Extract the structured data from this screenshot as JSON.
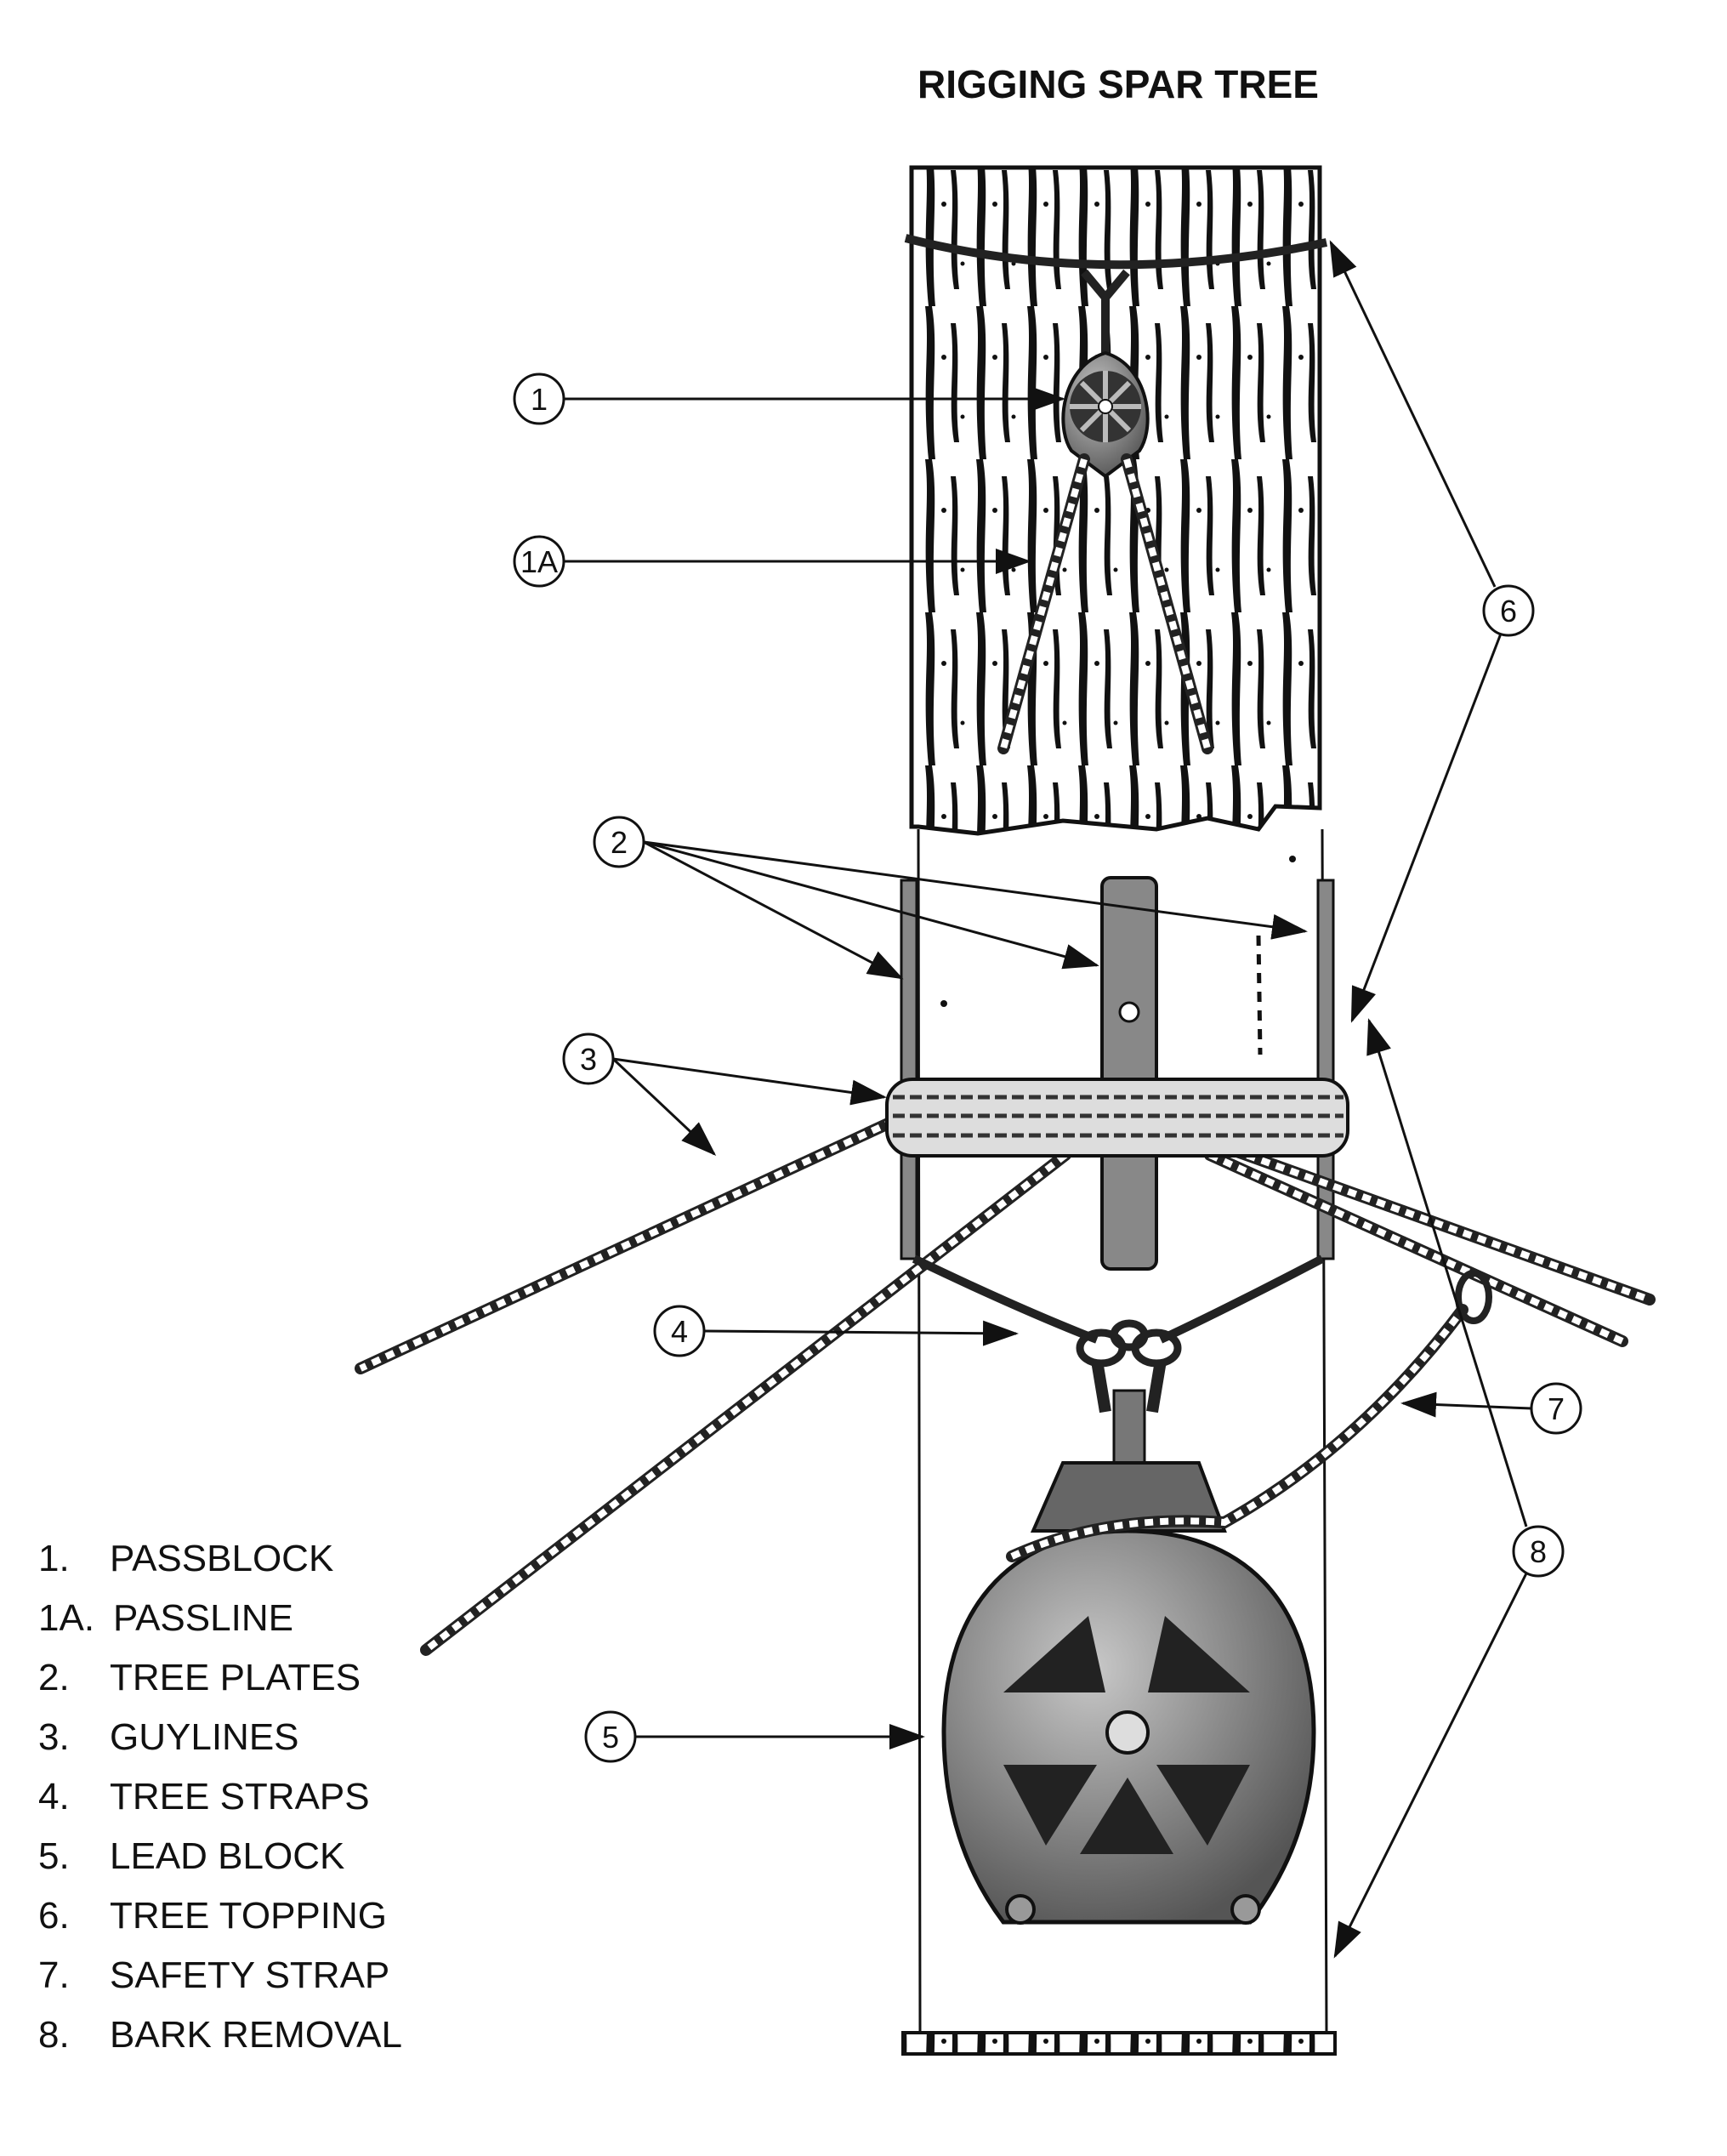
{
  "title": "RIGGING SPAR TREE",
  "callouts": [
    "1",
    "1A",
    "2",
    "3",
    "4",
    "5",
    "6",
    "7",
    "8"
  ],
  "legend": [
    {
      "num": "1.",
      "label": "PASSBLOCK"
    },
    {
      "num": "1A.",
      "label": "PASSLINE"
    },
    {
      "num": "2.",
      "label": "TREE PLATES"
    },
    {
      "num": "3.",
      "label": "GUYLINES"
    },
    {
      "num": "4.",
      "label": "TREE STRAPS"
    },
    {
      "num": "5.",
      "label": "LEAD BLOCK"
    },
    {
      "num": "6.",
      "label": "TREE TOPPING"
    },
    {
      "num": "7.",
      "label": "SAFETY STRAP"
    },
    {
      "num": "8.",
      "label": "BARK REMOVAL"
    }
  ]
}
